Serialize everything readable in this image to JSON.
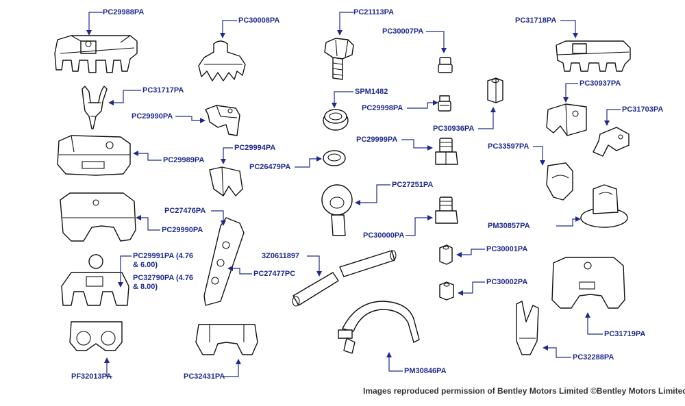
{
  "labels": {
    "PC29988PA": "PC29988PA",
    "PC30008PA": "PC30008PA",
    "PC21113PA": "PC21113PA",
    "PC30007PA": "PC30007PA",
    "PC31718PA": "PC31718PA",
    "PC31717PA": "PC31717PA",
    "SPM1482": "SPM1482",
    "PC30937PA": "PC30937PA",
    "PC29990PA_a": "PC29990PA",
    "PC29998PA": "PC29998PA",
    "PC31703PA": "PC31703PA",
    "PC30936PA": "PC30936PA",
    "PC29994PA": "PC29994PA",
    "PC29999PA": "PC29999PA",
    "PC29989PA": "PC29989PA",
    "PC26479PA": "PC26479PA",
    "PC33597PA": "PC33597PA",
    "PC27251PA": "PC27251PA",
    "PC27476PA": "PC27476PA",
    "PC29990PA_b": "PC29990PA",
    "PM30857PA": "PM30857PA",
    "PC30000PA": "PC30000PA",
    "PC30001PA": "PC30001PA",
    "3Z0611897": "3Z0611897",
    "PC29991PA": "PC29991PA (4.76 & 6.00)",
    "PC32790PA": "PC32790PA (4.76 & 8.00)",
    "PC27477PC": "PC27477PC",
    "PC30002PA": "PC30002PA",
    "PC31719PA": "PC31719PA",
    "PF32013PA": "PF32013PA",
    "PC32431PA": "PC32431PA",
    "PM30846PA": "PM30846PA",
    "PC32288PA": "PC32288PA"
  },
  "credit": "Images reproduced permission of Bentley Motors Limited ©Bentley Motors Limited",
  "colors": {
    "label": "#1f2a8c",
    "line": "#111111",
    "background": "#ffffff"
  }
}
